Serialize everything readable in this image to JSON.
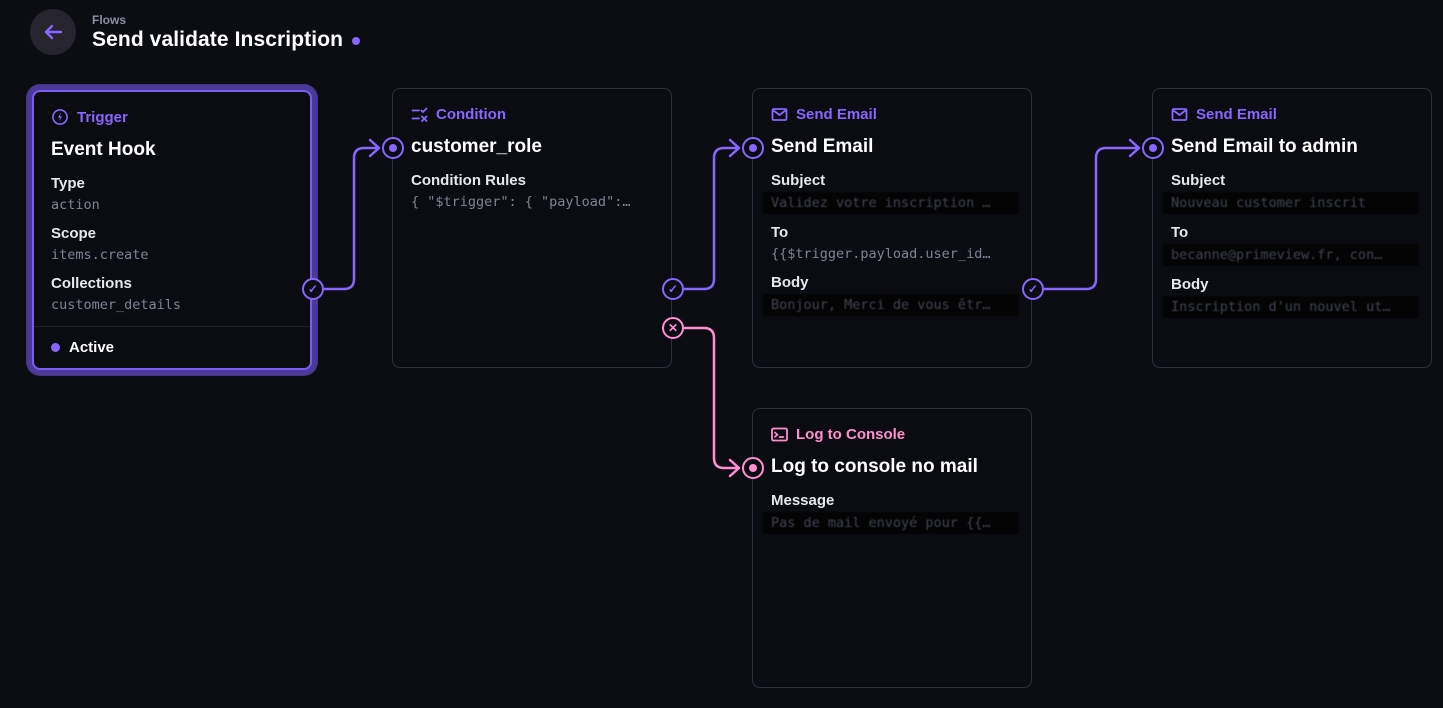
{
  "header": {
    "breadcrumb": "Flows",
    "title": "Send validate Inscription"
  },
  "colors": {
    "primary": "#8866ff",
    "secondary": "#ff8fd0",
    "background": "#0c0d13",
    "card_border": "#2e313d"
  },
  "connector_glyphs": {
    "resolve": "✓",
    "reject": "✕"
  },
  "nodes": [
    {
      "id": "trigger",
      "icon": "bolt-icon",
      "panel_label": "Trigger",
      "title": "Event Hook",
      "status": "Active",
      "fields": [
        {
          "label": "Type",
          "value": "action"
        },
        {
          "label": "Scope",
          "value": "items.create"
        },
        {
          "label": "Collections",
          "value": "customer_details"
        }
      ]
    },
    {
      "id": "condition",
      "icon": "rule-icon",
      "panel_label": "Condition",
      "title": "customer_role",
      "fields": [
        {
          "label": "Condition Rules",
          "value": "{ \"$trigger\": { \"payload\":…"
        }
      ]
    },
    {
      "id": "send-email",
      "icon": "email-icon",
      "panel_label": "Send Email",
      "title": "Send Email",
      "fields": [
        {
          "label": "Subject",
          "value": "Validez votre inscription …",
          "redacted": true
        },
        {
          "label": "To",
          "value": "{{$trigger.payload.user_id…"
        },
        {
          "label": "Body",
          "value": "Bonjour, Merci de vous êtr…",
          "redacted": true
        }
      ]
    },
    {
      "id": "send-email-admin",
      "icon": "email-icon",
      "panel_label": "Send Email",
      "title": "Send Email to admin",
      "fields": [
        {
          "label": "Subject",
          "value": "Nouveau customer inscrit",
          "redacted": true
        },
        {
          "label": "To",
          "value": "becanne@primeview.fr, con…",
          "redacted": true
        },
        {
          "label": "Body",
          "value": "Inscription d'un nouvel ut…",
          "redacted": true
        }
      ]
    },
    {
      "id": "log-to-console",
      "icon": "terminal-icon",
      "panel_label": "Log to Console",
      "title": "Log to console no mail",
      "fields": [
        {
          "label": "Message",
          "value": "Pas de mail envoyé pour {{…",
          "redacted": true
        }
      ]
    }
  ]
}
